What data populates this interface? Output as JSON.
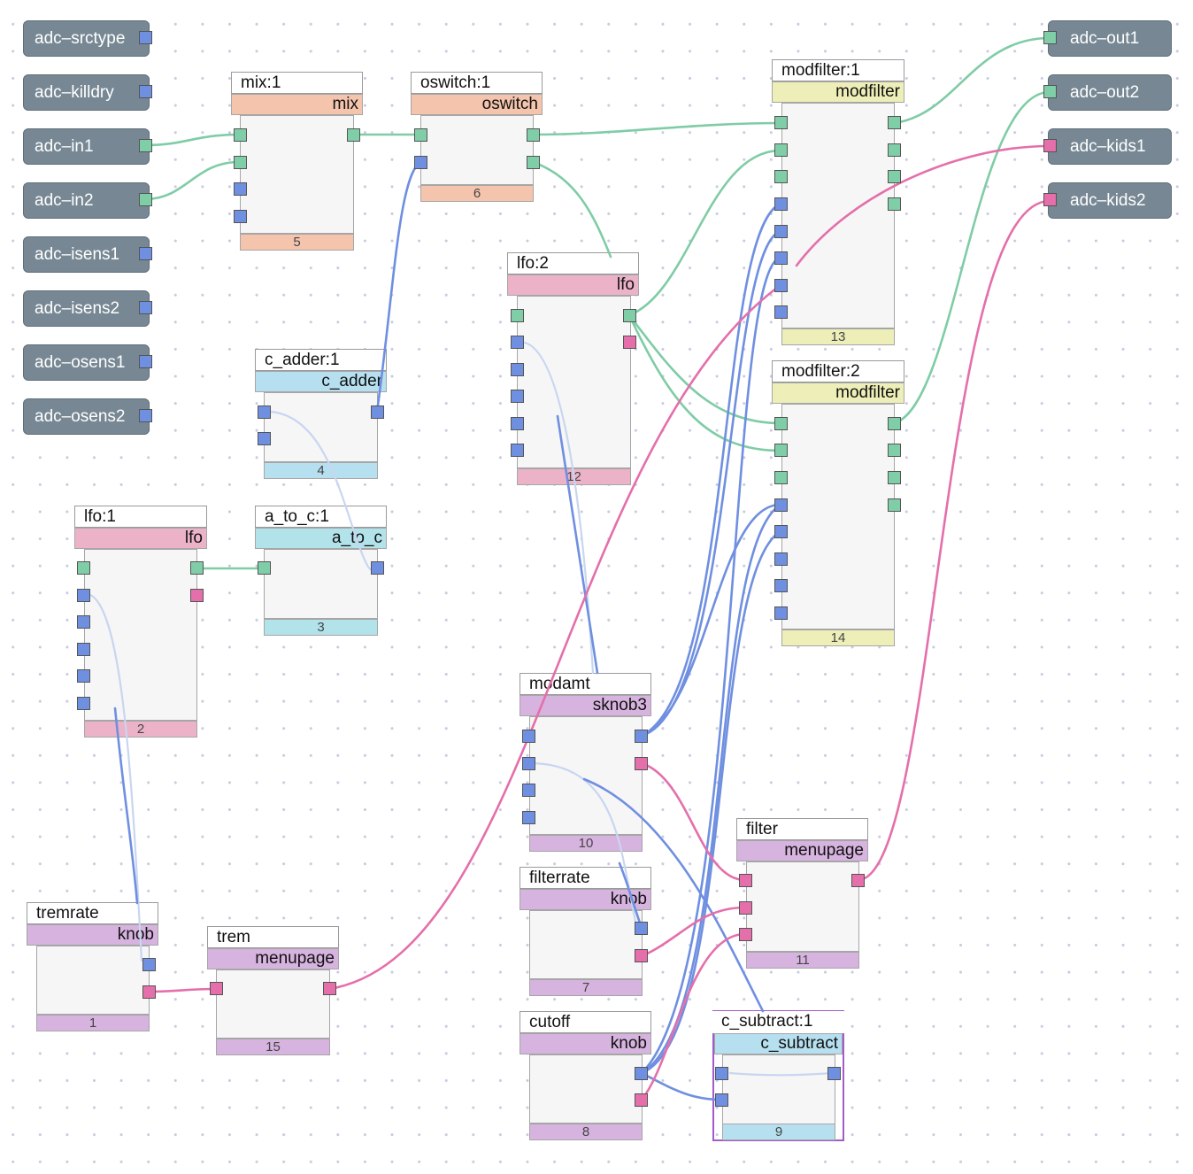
{
  "colors": {
    "audio_port": "#7fcea7",
    "control_port": "#6f8fe0",
    "midi_port": "#e46fab",
    "audio_wire": "#7fcca6",
    "control_wire": "#6f8fe0",
    "midi_wire": "#e46fab",
    "ext_port_bg": "#778894",
    "type_mix": "#f5c4ad",
    "type_lfo": "#ecb3c8",
    "type_c": "#b6e0f0",
    "type_modfilter": "#eeefb8",
    "type_control": "#d7b3df",
    "selected_outline": "#a25bc9"
  },
  "external_inputs": [
    {
      "label": "adc–srctype",
      "port": "control"
    },
    {
      "label": "adc–killdry",
      "port": "control"
    },
    {
      "label": "adc–in1",
      "port": "audio"
    },
    {
      "label": "adc–in2",
      "port": "audio"
    },
    {
      "label": "adc–isens1",
      "port": "control"
    },
    {
      "label": "adc–isens2",
      "port": "control"
    },
    {
      "label": "adc–osens1",
      "port": "control"
    },
    {
      "label": "adc–osens2",
      "port": "control"
    }
  ],
  "external_outputs": [
    {
      "label": "adc–out1",
      "port": "audio"
    },
    {
      "label": "adc–out2",
      "port": "audio"
    },
    {
      "label": "adc–kids1",
      "port": "midi"
    },
    {
      "label": "adc–kids2",
      "port": "midi"
    }
  ],
  "nodes": {
    "mix1": {
      "title": "mix:1",
      "type": "mix",
      "id": "5"
    },
    "oswitch1": {
      "title": "oswitch:1",
      "type": "oswitch",
      "id": "6"
    },
    "modfilter1": {
      "title": "modfilter:1",
      "type": "modfilter",
      "id": "13"
    },
    "modfilter2": {
      "title": "modfilter:2",
      "type": "modfilter",
      "id": "14"
    },
    "lfo2": {
      "title": "lfo:2",
      "type": "lfo",
      "id": "12"
    },
    "cadder1": {
      "title": "c_adder:1",
      "type": "c_adder",
      "id": "4"
    },
    "lfo1": {
      "title": "lfo:1",
      "type": "lfo",
      "id": "2"
    },
    "atoc1": {
      "title": "a_to_c:1",
      "type": "a_to_c",
      "id": "3"
    },
    "modamt": {
      "title": "modamt",
      "type": "sknob3",
      "id": "10"
    },
    "filter": {
      "title": "filter",
      "type": "menupage",
      "id": "11"
    },
    "filterrate": {
      "title": "filterrate",
      "type": "knob",
      "id": "7"
    },
    "tremrate": {
      "title": "tremrate",
      "type": "knob",
      "id": "1"
    },
    "trem": {
      "title": "trem",
      "type": "menupage",
      "id": "15"
    },
    "cutoff": {
      "title": "cutoff",
      "type": "knob",
      "id": "8"
    },
    "csubtract1": {
      "title": "c_subtract:1",
      "type": "c_subtract",
      "id": "9"
    }
  }
}
